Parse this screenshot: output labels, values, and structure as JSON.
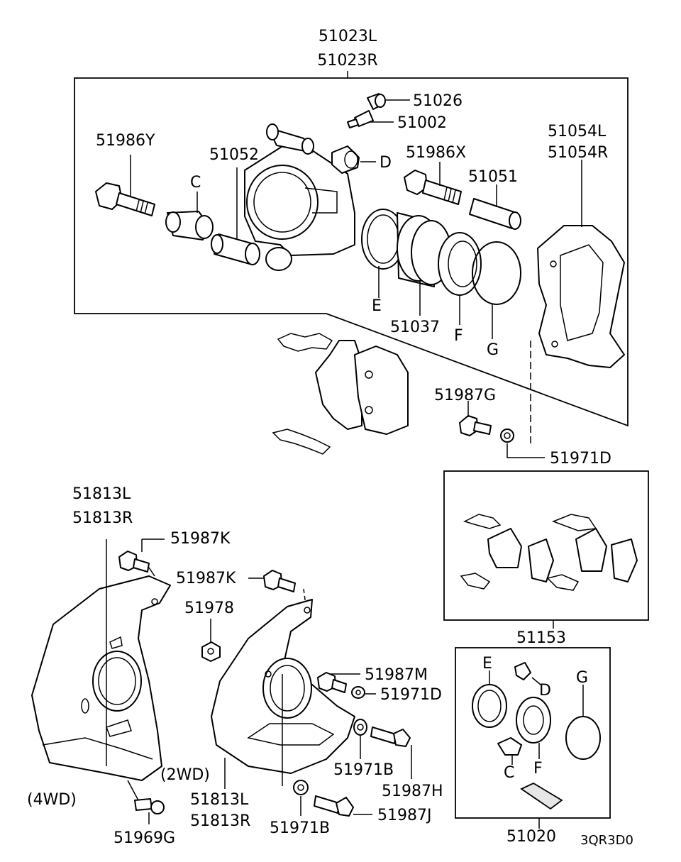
{
  "labels": {
    "caliper_assy_l": "51023L",
    "caliper_assy_r": "51023R",
    "bleeder_cap": "51026",
    "bleeder_screw": "51002",
    "bolt_y": "51986Y",
    "cylinder": "51052",
    "c_top": "C",
    "d_top": "D",
    "bolt_x": "51986X",
    "pin_51051": "51051",
    "support_l": "51054L",
    "support_r": "51054R",
    "e_top": "E",
    "piston": "51037",
    "f_top": "F",
    "g_top": "G",
    "bolt_g": "51987G",
    "washer_d_top": "51971D",
    "shield_l_4wd": "51813L",
    "shield_r_4wd": "51813R",
    "bolt_k1": "51987K",
    "bolt_k2": "51987K",
    "nut_978": "51978",
    "bolt_m": "51987M",
    "washer_d_mid": "51971D",
    "washer_b_mid": "51971B",
    "bolt_h": "51987H",
    "note_2wd": "(2WD)",
    "note_4wd": "(4WD)",
    "shield_l_2wd": "51813L",
    "shield_r_2wd": "51813R",
    "washer_b_bot": "51971B",
    "bolt_j": "51987J",
    "screw_969": "51969G",
    "pad_kit": "51153",
    "seal_kit": "51020",
    "kit_e": "E",
    "kit_d": "D",
    "kit_g": "G",
    "kit_c": "C",
    "kit_f": "F",
    "diagram_code": "3QR3D0"
  }
}
